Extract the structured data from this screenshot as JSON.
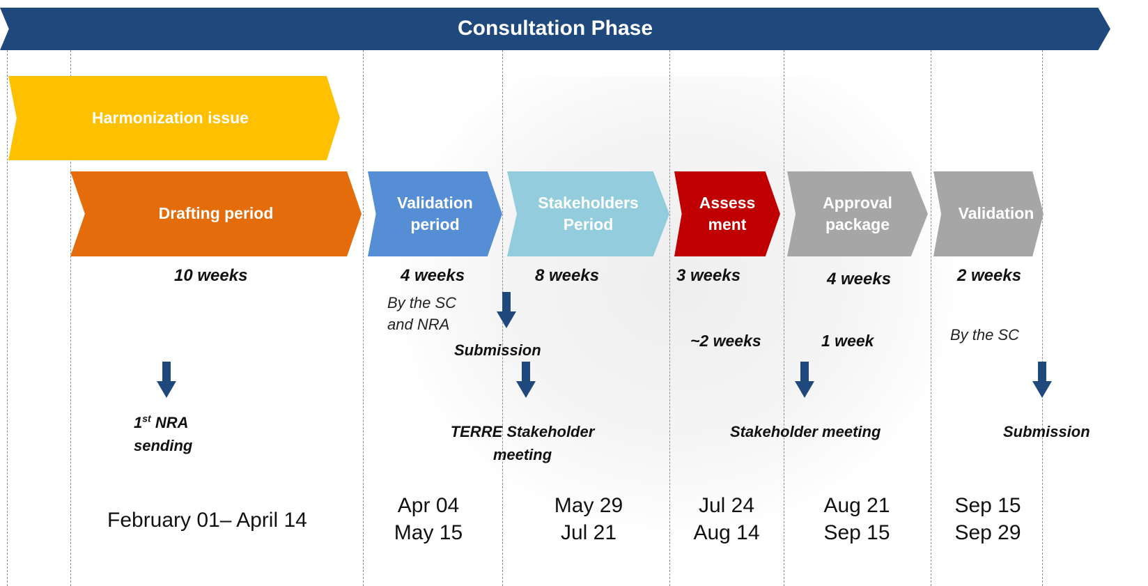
{
  "header": {
    "title": "Consultation Phase"
  },
  "colors": {
    "header": "#1f497d",
    "harmonization": "#ffc000",
    "drafting": "#e46c0a",
    "validation": "#558ed5",
    "stakeholders": "#93cddd",
    "assessment": "#c00000",
    "grey": "#a6a6a6",
    "down_arrow": "#1f497d"
  },
  "chevrons": {
    "harmonization": "Harmonization issue",
    "drafting": "Drafting period",
    "validation_period": "Validation\nperiod",
    "stakeholders_period": "Stakeholders\nPeriod",
    "assessment": "Assess\nment",
    "approval_package": "Approval\npackage",
    "validation": "Validation"
  },
  "durations": {
    "drafting": "10 weeks",
    "validation_period": "4 weeks",
    "stakeholders_period": "8 weeks",
    "assessment": "3 weeks",
    "approval_package": "4 weeks",
    "validation": "2 weeks",
    "assessment_sub": "~2 weeks",
    "approval_sub": "1 week"
  },
  "notes": {
    "by_sc_nra": "By the SC\nand NRA",
    "by_sc": "By the SC"
  },
  "events": {
    "nra_sending_sup": "st",
    "nra_sending_pre": "1",
    "nra_sending_post": " NRA",
    "nra_sending_line2": "sending",
    "submission_mid": "Submission",
    "terre_meeting": "TERRE Stakeholder\nmeeting",
    "stakeholder_meeting": "Stakeholder meeting",
    "submission_end": "Submission"
  },
  "dates": {
    "drafting": "February 01– April  14",
    "validation_period": "Apr 04\nMay 15",
    "stakeholders_period": "May 29\nJul 21",
    "assessment": "Jul 24\nAug 14",
    "approval_package": "Aug 21\nSep 15",
    "validation": "Sep 15\nSep 29"
  }
}
